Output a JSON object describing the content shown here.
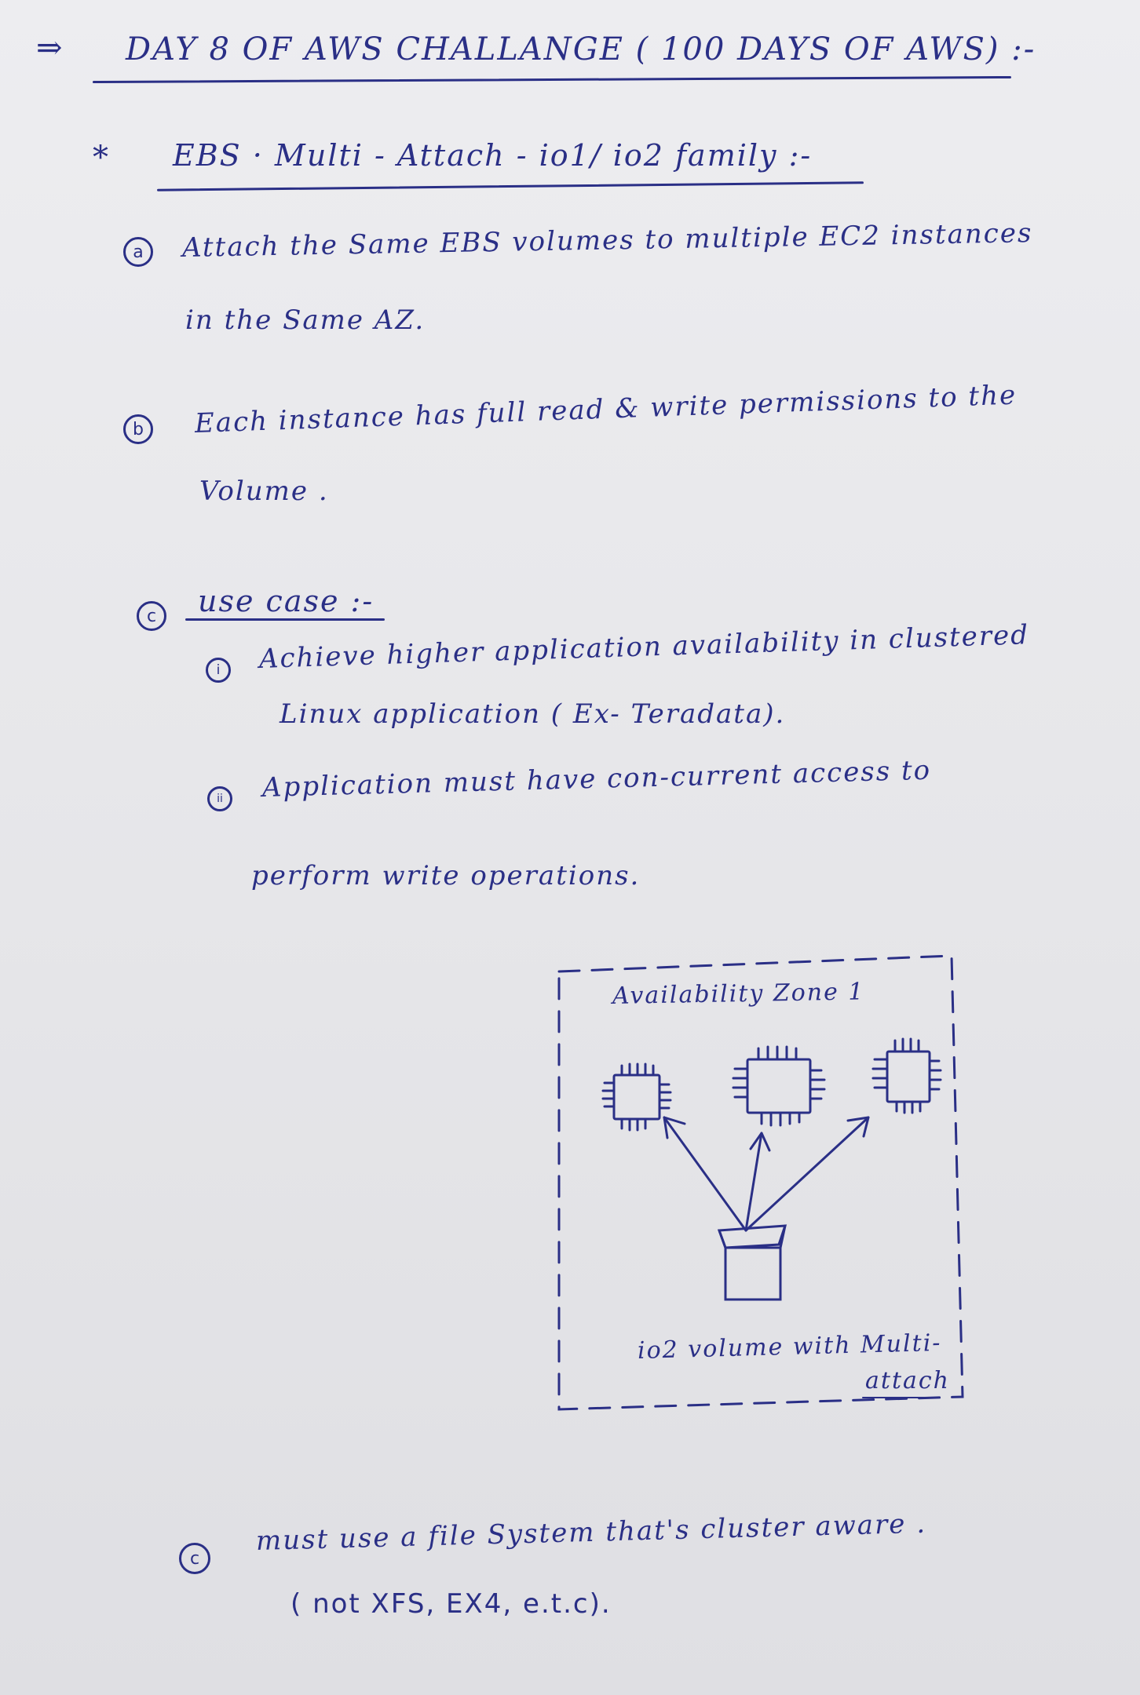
{
  "title": {
    "arrow": "⇒",
    "text": "DAY 8 OF AWS CHALLANGE ( 100 DAYS OF AWS) :-"
  },
  "heading": {
    "star": "*",
    "text": "EBS · Multi - Attach -  io1/ io2 family :-"
  },
  "points": [
    {
      "marker": "a",
      "line1": "Attach  the  Same  EBS  volumes  to  multiple  EC2  instances",
      "line2": "in  the Same  AZ."
    },
    {
      "marker": "b",
      "line1": "Each  instance  has  full  read  &  write  permissions  to  the",
      "line2": "Volume ."
    }
  ],
  "use_case": {
    "marker": "c",
    "label": "use  case :-",
    "items": [
      {
        "marker": "i",
        "line1": "Achieve   higher  application  availability  in   clustered",
        "line2": "Linux  application  ( Ex- Teradata)."
      },
      {
        "marker": "ii",
        "line1": "Application   must  have   con-current  access  to",
        "line2": "perform  write   operations."
      }
    ]
  },
  "diagram": {
    "zone_label": "Availability Zone 1",
    "volume_label_line1": "io2  volume  with  Multi-",
    "volume_label_line2": "attach"
  },
  "final_point": {
    "marker": "c",
    "line1": "must  use  a file  System  that's  cluster  aware .",
    "line2": "( not  XFS,  EX4,  e.t.c)."
  }
}
